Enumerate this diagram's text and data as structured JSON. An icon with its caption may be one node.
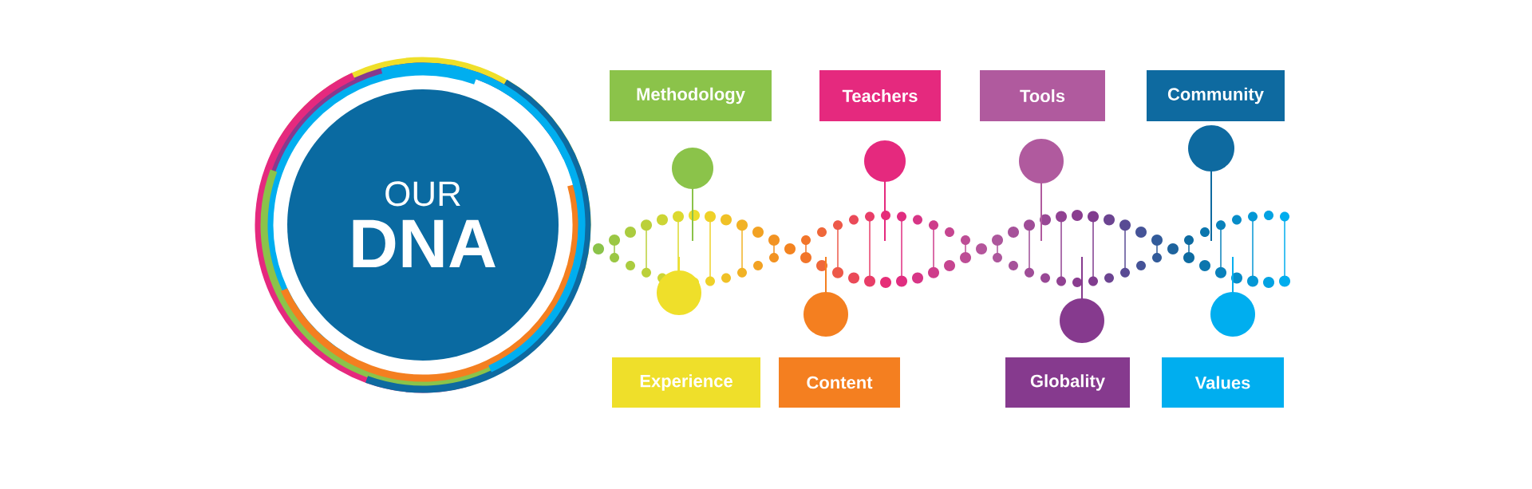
{
  "diagram": {
    "nodes": [
      {
        "text": [
          "OUR",
          "DNA"
        ]
      },
      {
        "text": [
          "Methodology"
        ]
      },
      {
        "text": [
          "Teachers"
        ]
      },
      {
        "text": [
          "Tools"
        ]
      },
      {
        "text": [
          "Community"
        ]
      },
      {
        "text": [
          "Experience"
        ]
      },
      {
        "text": [
          "Content"
        ]
      },
      {
        "text": [
          "Globality"
        ]
      },
      {
        "text": [
          "Values"
        ]
      }
    ]
  }
}
